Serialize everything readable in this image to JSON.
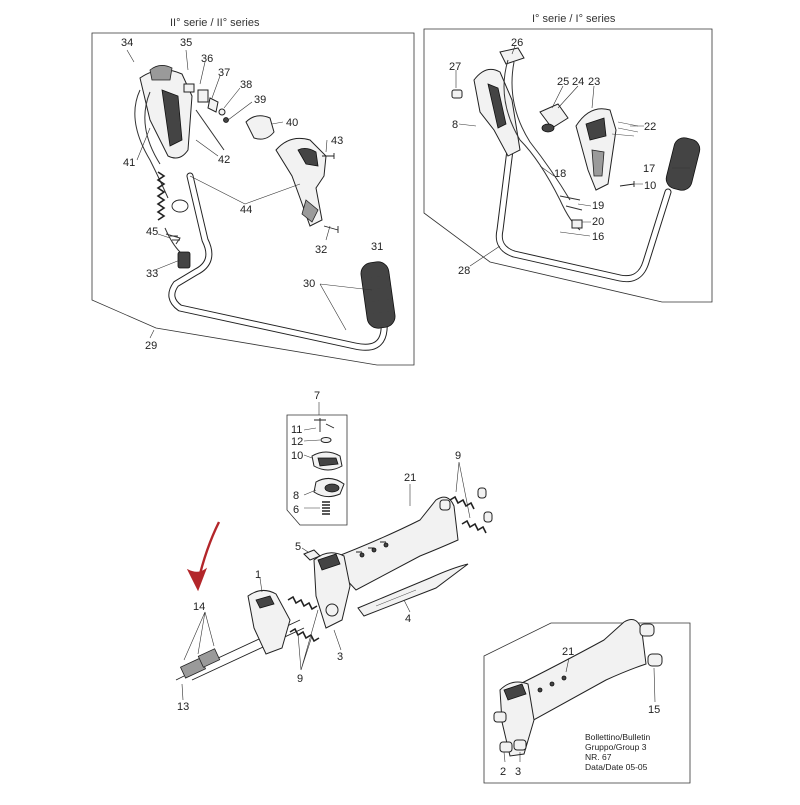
{
  "panels": {
    "series2_title": "II° serie / II° series",
    "series1_title": "I° serie / I° series"
  },
  "callouts": {
    "n34": "34",
    "n35": "35",
    "n36": "36",
    "n37": "37",
    "n38": "38",
    "n39": "39",
    "n40": "40",
    "n41": "41",
    "n42": "42",
    "n43": "43",
    "n44": "44",
    "n45": "45",
    "n32": "32",
    "n33": "33",
    "n31": "31",
    "n30": "30",
    "n29": "29",
    "n26": "26",
    "n27": "27",
    "n25": "25",
    "n24": "24",
    "n23": "23",
    "n22": "22",
    "n8a": "8",
    "n18": "18",
    "n17": "17",
    "n10a": "10",
    "n19": "19",
    "n20": "20",
    "n16": "16",
    "n28": "28",
    "n7": "7",
    "n11": "11",
    "n12": "12",
    "n10b": "10",
    "n8b": "8",
    "n6": "6",
    "n21a": "21",
    "n9a": "9",
    "n5": "5",
    "n1": "1",
    "n3a": "3",
    "n4": "4",
    "n14": "14",
    "n9b": "9",
    "n13": "13",
    "n21b": "21",
    "n15": "15",
    "n2": "2",
    "n3b": "3"
  },
  "bulletin": {
    "line1": "Bollettino/Bulletin",
    "line2": "Gruppo/Group 3",
    "line3": "NR. 67",
    "line4": "Data/Date 05-05"
  },
  "colors": {
    "highlight_arrow": "#b3262a",
    "ink": "#222222"
  }
}
